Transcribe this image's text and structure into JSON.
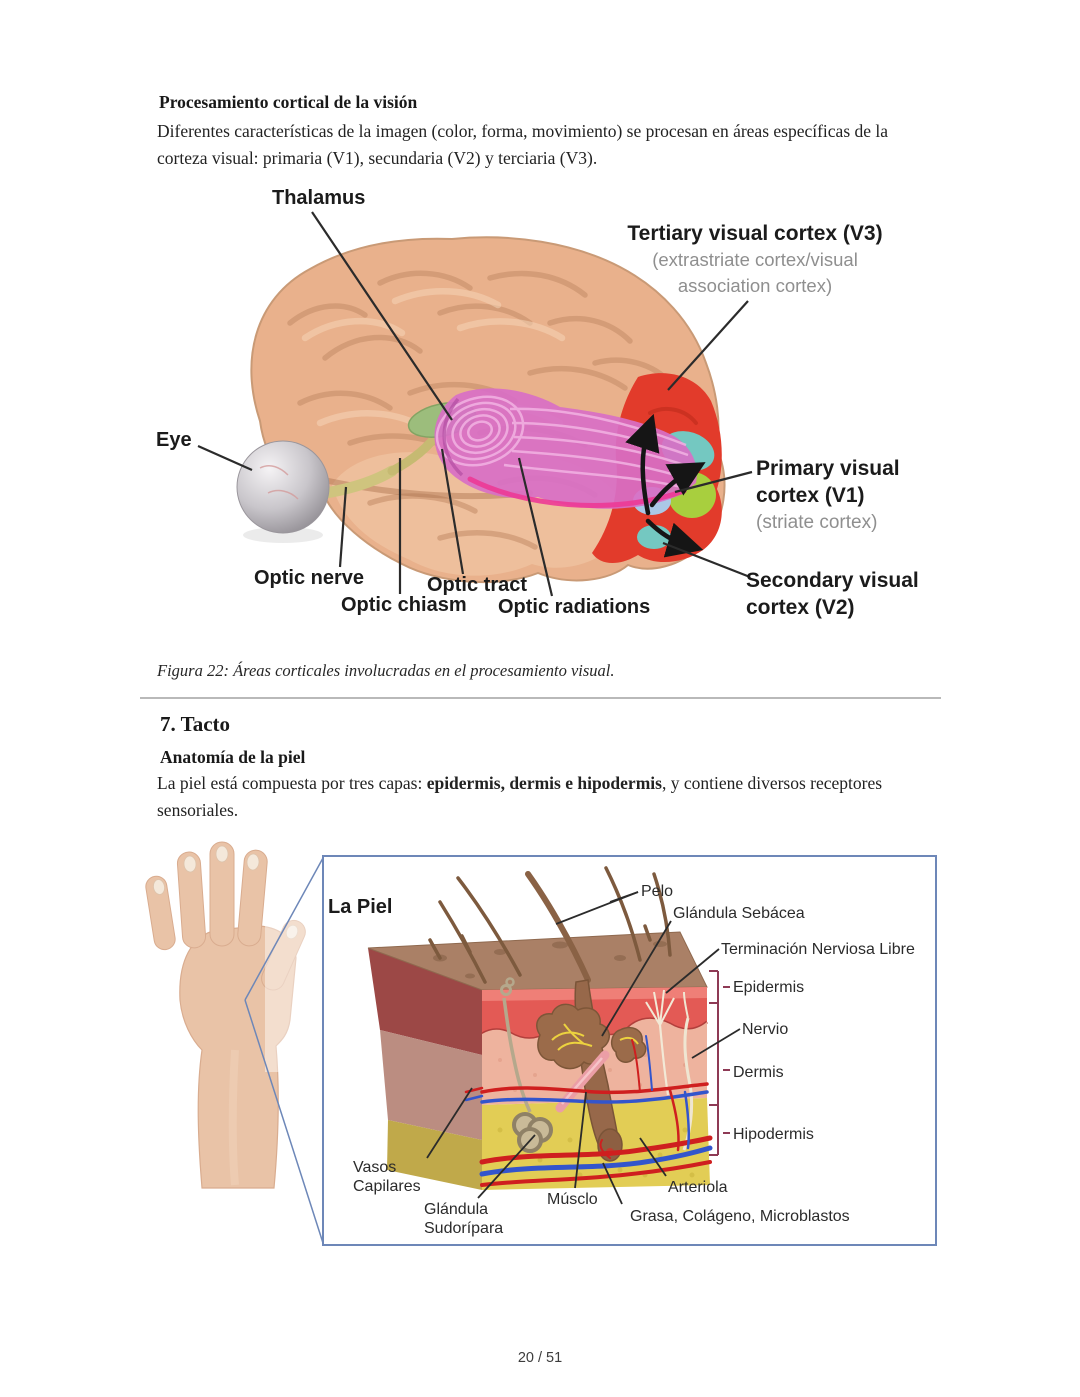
{
  "page": {
    "number": "20 / 51"
  },
  "vision": {
    "heading": "Procesamiento cortical de la visión",
    "paragraph": "Diferentes características de la imagen (color, forma, movimiento) se procesan en áreas específicas de la corteza visual: primaria (V1), secundaria (V2) y terciaria (V3).",
    "caption": "Figura 22: Áreas corticales involucradas en el procesamiento visual.",
    "labels": {
      "thalamus": "Thalamus",
      "tertiary_title": "Tertiary visual cortex (V3)",
      "tertiary_sub1": "(extrastriate cortex/visual",
      "tertiary_sub2": "association cortex)",
      "eye": "Eye",
      "optic_nerve": "Optic nerve",
      "optic_chiasm": "Optic chiasm",
      "optic_tract": "Optic tract",
      "optic_radiations": "Optic radiations",
      "primary_line1": "Primary visual",
      "primary_line2": "cortex (V1)",
      "primary_sub": "(striate cortex)",
      "secondary_line1": "Secondary visual",
      "secondary_line2": "cortex (V2)"
    }
  },
  "touch": {
    "heading": "7. Tacto",
    "subheading": "Anatomía de la piel",
    "body_prefix": "La piel está compuesta por tres capas: ",
    "body_bold": "epidermis, dermis e hipodermis",
    "body_suffix": ", y contiene diversos receptores sensoriales.",
    "figure": {
      "title": "La Piel",
      "labels": {
        "pelo": "Pelo",
        "glandula_sebacea": "Glándula Sebácea",
        "terminacion_nerviosa": "Terminación Nerviosa Libre",
        "epidermis": "Epidermis",
        "nervio": "Nervio",
        "dermis": "Dermis",
        "hipodermis": "Hipodermis",
        "vasos_capilares": "Vasos\nCapilares",
        "glandula_sudoripara": "Glándula\nSudorípara",
        "musculo": "Músclo",
        "arteriola": "Arteriola",
        "grasa": "Grasa, Colágeno, Microblastos"
      }
    }
  },
  "colors": {
    "v3_red": "#e23b2b",
    "v2_teal": "#74c8c1",
    "v1_green": "#a8cf3e",
    "optic_radiations_pink": "#d86fc5",
    "thalamus_green": "#9cbd7c",
    "brain_tan": "#e9b18c",
    "epidermis_red": "#e35a55",
    "dermis_pink": "#eeb39e",
    "hypodermis_yellow": "#e2cd55",
    "figure_border_blue": "#6d87b8",
    "bracket_maroon": "#8e3a55"
  }
}
